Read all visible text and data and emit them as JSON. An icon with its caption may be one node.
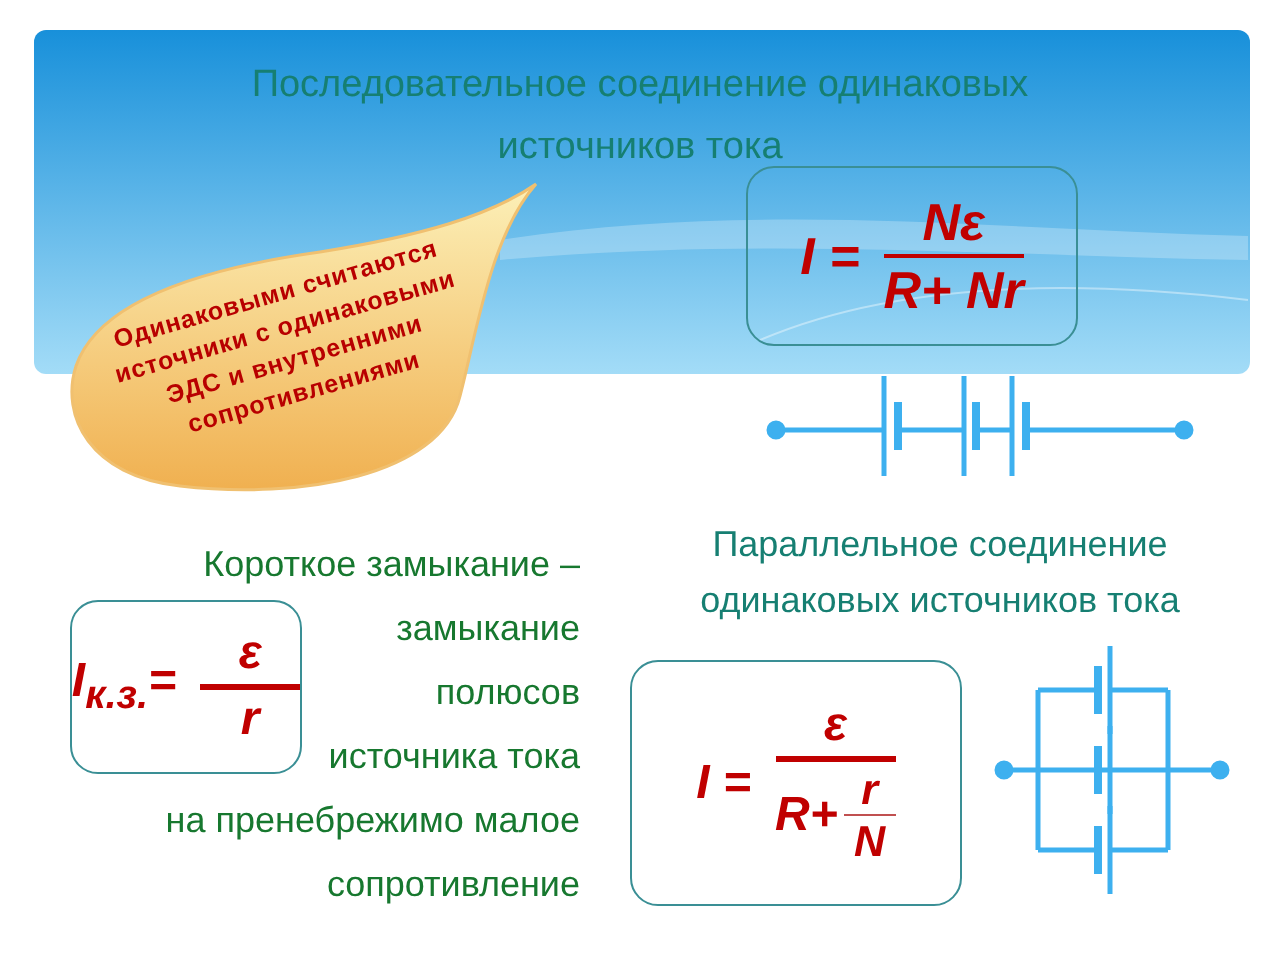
{
  "diagram": {
    "title": "Последовательное соединение одинаковых источников тока",
    "nodes": [
      {
        "text": [
          "I =",
          "Nε",
          "R+ Nr"
        ]
      },
      {
        "text": [
          "Одинаковыми считаются источники с одинаковыми ЭДС и внутренними сопротивлениями"
        ]
      },
      {
        "text": [
          "I$_{к.з.}$=",
          "ε",
          "r"
        ]
      },
      {
        "text": [
          "I =",
          "ε",
          "R+",
          "r",
          "N"
        ]
      }
    ],
    "edges": [],
    "labels": [
      "Параллельное соединение одинаковых источников тока",
      "Короткое замыкание – замыкание полюсов источника тока на пренебрежимо малое сопротивление"
    ]
  }
}
